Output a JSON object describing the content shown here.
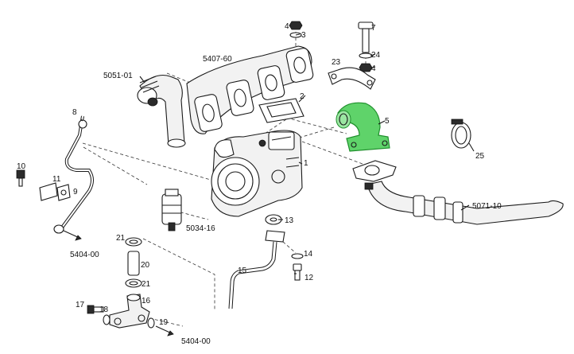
{
  "labels": [
    {
      "id": "p4a",
      "text": "4"
    },
    {
      "id": "p3",
      "text": "3"
    },
    {
      "id": "p7",
      "text": "7"
    },
    {
      "id": "p5407",
      "text": "5407-60"
    },
    {
      "id": "p23",
      "text": "23"
    },
    {
      "id": "p24",
      "text": "24"
    },
    {
      "id": "p4b",
      "text": "4"
    },
    {
      "id": "p5051",
      "text": "5051-01"
    },
    {
      "id": "p2",
      "text": "2"
    },
    {
      "id": "p5",
      "text": "5"
    },
    {
      "id": "p8",
      "text": "8"
    },
    {
      "id": "p25",
      "text": "25"
    },
    {
      "id": "p1",
      "text": "1"
    },
    {
      "id": "p10",
      "text": "10"
    },
    {
      "id": "p11",
      "text": "11"
    },
    {
      "id": "p9",
      "text": "9"
    },
    {
      "id": "p5071",
      "text": "5071-10"
    },
    {
      "id": "p5034",
      "text": "5034-16"
    },
    {
      "id": "p13",
      "text": "13"
    },
    {
      "id": "p5404a",
      "text": "5404-00"
    },
    {
      "id": "p21a",
      "text": "21"
    },
    {
      "id": "p14",
      "text": "14"
    },
    {
      "id": "p20",
      "text": "20"
    },
    {
      "id": "p15",
      "text": "15"
    },
    {
      "id": "p12",
      "text": "12"
    },
    {
      "id": "p21b",
      "text": "21"
    },
    {
      "id": "p16",
      "text": "16"
    },
    {
      "id": "p17",
      "text": "17"
    },
    {
      "id": "p18",
      "text": "18"
    },
    {
      "id": "p19",
      "text": "19"
    },
    {
      "id": "p5404b",
      "text": "5404-00"
    }
  ],
  "highlight": {
    "part": "5",
    "color": "#5fd36a"
  }
}
